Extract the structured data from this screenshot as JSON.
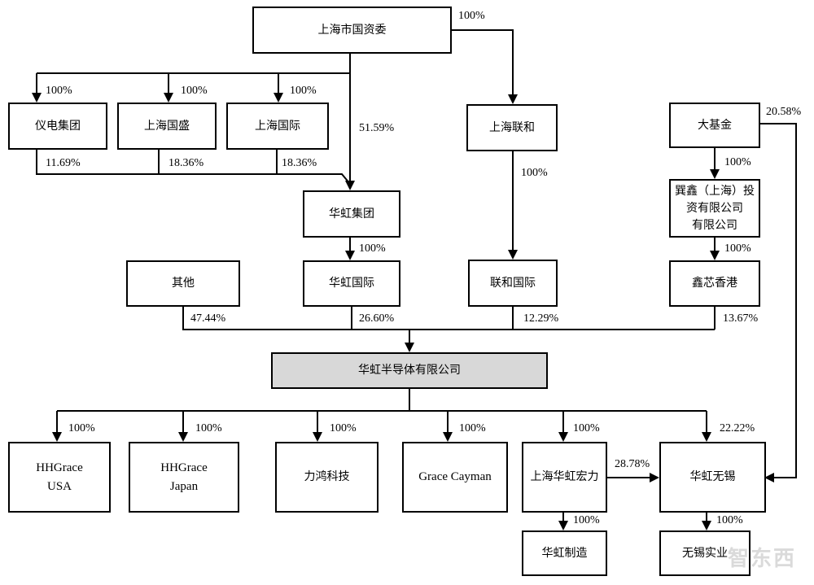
{
  "nodes": {
    "sasac": "上海市国资委",
    "yidian": "仪电集团",
    "guosheng": "上海国盛",
    "guoji_sh": "上海国际",
    "lianhe": "上海联和",
    "dajijin": "大基金",
    "xunxin": "巽鑫（上海）投\n资有限公司\n有限公司",
    "hh_group": "华虹集团",
    "qita": "其他",
    "hh_intl": "华虹国际",
    "lianhe_intl": "联和国际",
    "xinxin_hk": "鑫芯香港",
    "hh_semi": "华虹半导体有限公司",
    "hhgrace_usa": "HHGrace\nUSA",
    "hhgrace_japan": "HHGrace\nJapan",
    "lihong": "力鸿科技",
    "grace_cayman": "Grace Cayman",
    "sh_hhhongli": "上海华虹宏力",
    "hh_wuxi": "华虹无锡",
    "hh_zhizao": "华虹制造",
    "wuxi_shiye": "无锡实业"
  },
  "percentages": {
    "sasac_to_lianhe": "100%",
    "sasac_to_yidian": "100%",
    "sasac_to_guosheng": "100%",
    "sasac_to_guoji": "100%",
    "sasac_to_hh_group": "51.59%",
    "yidian_to_hh_group": "11.69%",
    "guosheng_to_hh_group": "18.36%",
    "guoji_to_hh_group": "18.36%",
    "lianhe_to_lianhe_intl": "100%",
    "dajijin_to_xunxin": "100%",
    "dajijin_to_hh_wuxi": "20.58%",
    "xunxin_to_xinxin_hk": "100%",
    "hh_group_to_hh_intl": "100%",
    "qita_to_semi": "47.44%",
    "hh_intl_to_semi": "26.60%",
    "lianhe_intl_to_semi": "12.29%",
    "xinxin_hk_to_semi": "13.67%",
    "semi_to_usa": "100%",
    "semi_to_japan": "100%",
    "semi_to_lihong": "100%",
    "semi_to_cayman": "100%",
    "semi_to_hongli": "100%",
    "semi_to_wuxi": "22.22%",
    "hongli_to_wuxi": "28.78%",
    "hongli_to_zhizao": "100%",
    "wuxi_to_shiye": "100%"
  },
  "watermark": "智东西",
  "colors": {
    "line": "#000000",
    "highlight_fill": "#d8d8d8"
  }
}
